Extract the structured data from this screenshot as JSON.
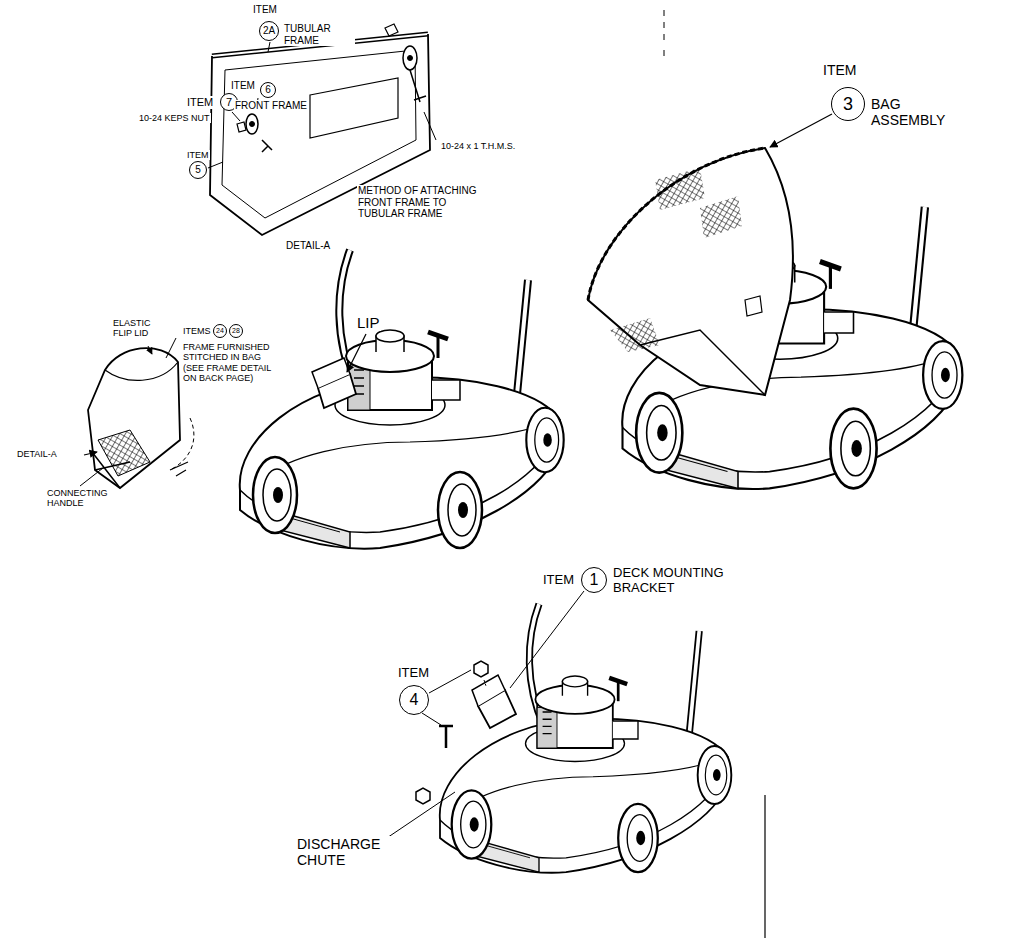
{
  "diagram": {
    "nodes": [
      {
        "text": [
          "2A"
        ]
      },
      {
        "text": [
          "6"
        ]
      },
      {
        "text": [
          "7"
        ]
      },
      {
        "text": [
          "5"
        ]
      },
      {
        "text": [
          "24"
        ]
      },
      {
        "text": [
          "28"
        ]
      },
      {
        "text": [
          "3"
        ]
      },
      {
        "text": [
          "1"
        ]
      },
      {
        "text": [
          "4"
        ]
      }
    ],
    "labels": [
      "ITEM",
      "TUBULAR FRAME",
      "ITEM",
      "FRONT FRAME",
      "ITEM",
      "10-24 KEPS NUT",
      "ITEM",
      "10-24 x 1 T.H.M.S.",
      "METHOD OF ATTACHING FRONT FRAME TO TUBULAR FRAME",
      "DETAIL-A",
      "ELASTIC FLIP LID",
      "ITEMS",
      "FRAME FURNISHED STITCHED IN BAG (SEE FRAME DETAIL ON BACK PAGE)",
      "DETAIL-A",
      "CONNECTING HANDLE",
      "LIP",
      "ITEM",
      "BAG ASSEMBLY",
      "ITEM",
      "DECK MOUNTING BRACKET",
      "ITEM",
      "DISCHARGE CHUTE"
    ]
  }
}
